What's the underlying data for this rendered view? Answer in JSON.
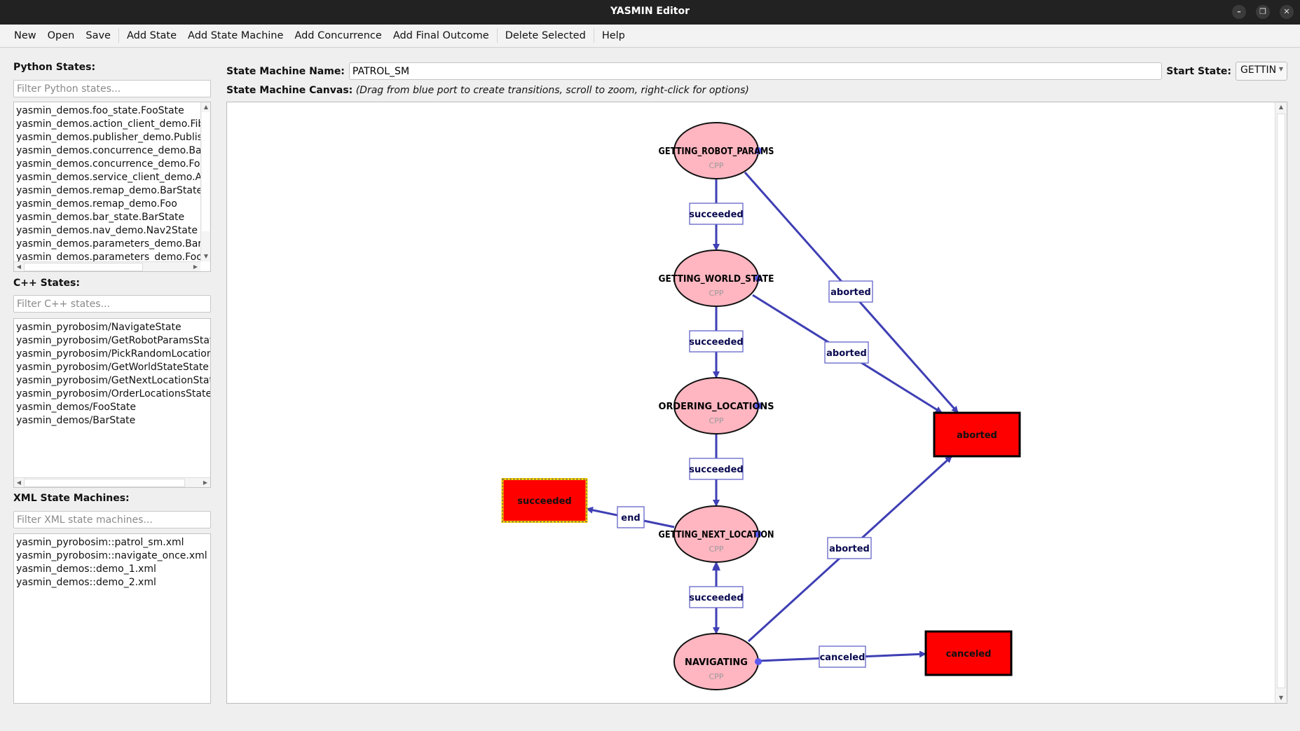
{
  "window": {
    "title": "YASMIN Editor",
    "controls": [
      "minimize-icon",
      "restore-icon",
      "close-icon"
    ]
  },
  "toolbar": {
    "groups": [
      [
        "New",
        "Open",
        "Save"
      ],
      [
        "Add State",
        "Add State Machine",
        "Add Concurrence",
        "Add Final Outcome"
      ],
      [
        "Delete Selected"
      ],
      [
        "Help"
      ]
    ]
  },
  "python_states": {
    "label": "Python States:",
    "placeholder": "Filter Python states...",
    "items": [
      "yasmin_demos.foo_state.FooState",
      "yasmin_demos.action_client_demo.Fibonacci",
      "yasmin_demos.publisher_demo.PublishState",
      "yasmin_demos.concurrence_demo.BarState",
      "yasmin_demos.concurrence_demo.FooState",
      "yasmin_demos.service_client_demo.AddTwoInts",
      "yasmin_demos.remap_demo.BarState",
      "yasmin_demos.remap_demo.Foo",
      "yasmin_demos.bar_state.BarState",
      "yasmin_demos.nav_demo.Nav2State",
      "yasmin_demos.parameters_demo.BarState",
      "yasmin_demos.parameters_demo.FooState"
    ]
  },
  "cpp_states": {
    "label": "C++ States:",
    "placeholder": "Filter C++ states...",
    "items": [
      "yasmin_pyrobosim/NavigateState",
      "yasmin_pyrobosim/GetRobotParamsState",
      "yasmin_pyrobosim/PickRandomLocationState",
      "yasmin_pyrobosim/GetWorldStateState",
      "yasmin_pyrobosim/GetNextLocationState",
      "yasmin_pyrobosim/OrderLocationsState",
      "yasmin_demos/FooState",
      "yasmin_demos/BarState"
    ]
  },
  "xml_machines": {
    "label": "XML State Machines:",
    "placeholder": "Filter XML state machines...",
    "items": [
      "yasmin_pyrobosim::patrol_sm.xml",
      "yasmin_pyrobosim::navigate_once.xml",
      "yasmin_demos::demo_1.xml",
      "yasmin_demos::demo_2.xml"
    ]
  },
  "editor": {
    "name_label": "State Machine Name:",
    "name_value": "PATROL_SM",
    "start_label": "Start State:",
    "start_value": "GETTIN",
    "canvas_label": "State Machine Canvas:",
    "canvas_hint": "(Drag from blue port to create transitions, scroll to zoom, right-click for options)"
  },
  "graph": {
    "colors": {
      "state_fill": "#ffb6c1",
      "outcome_fill": "#ff0000",
      "edge": "#3f3fb5",
      "port": "#5a5af0",
      "selected_border": "#ffd700"
    },
    "states": [
      {
        "id": "GETTING_ROBOT_PARAMS",
        "type": "CPP"
      },
      {
        "id": "GETTING_WORLD_STATE",
        "type": "CPP"
      },
      {
        "id": "ORDERING_LOCATIONS",
        "type": "CPP"
      },
      {
        "id": "GETTING_NEXT_LOCATION",
        "type": "CPP"
      },
      {
        "id": "NAVIGATING",
        "type": "CPP"
      }
    ],
    "outcomes": [
      {
        "id": "aborted",
        "selected": false
      },
      {
        "id": "canceled",
        "selected": false
      },
      {
        "id": "succeeded",
        "selected": true
      }
    ],
    "transitions": [
      {
        "from": "GETTING_ROBOT_PARAMS",
        "to": "GETTING_WORLD_STATE",
        "label": "succeeded"
      },
      {
        "from": "GETTING_ROBOT_PARAMS",
        "to": "aborted",
        "label": "aborted"
      },
      {
        "from": "GETTING_WORLD_STATE",
        "to": "ORDERING_LOCATIONS",
        "label": "succeeded"
      },
      {
        "from": "GETTING_WORLD_STATE",
        "to": "aborted",
        "label": "aborted"
      },
      {
        "from": "ORDERING_LOCATIONS",
        "to": "GETTING_NEXT_LOCATION",
        "label": "succeeded"
      },
      {
        "from": "GETTING_NEXT_LOCATION",
        "to": "NAVIGATING",
        "label": "succeeded"
      },
      {
        "from": "GETTING_NEXT_LOCATION",
        "to": "succeeded",
        "label": "end"
      },
      {
        "from": "NAVIGATING",
        "to": "GETTING_NEXT_LOCATION",
        "label": "succeeded"
      },
      {
        "from": "NAVIGATING",
        "to": "aborted",
        "label": "aborted"
      },
      {
        "from": "NAVIGATING",
        "to": "canceled",
        "label": "canceled"
      }
    ]
  }
}
